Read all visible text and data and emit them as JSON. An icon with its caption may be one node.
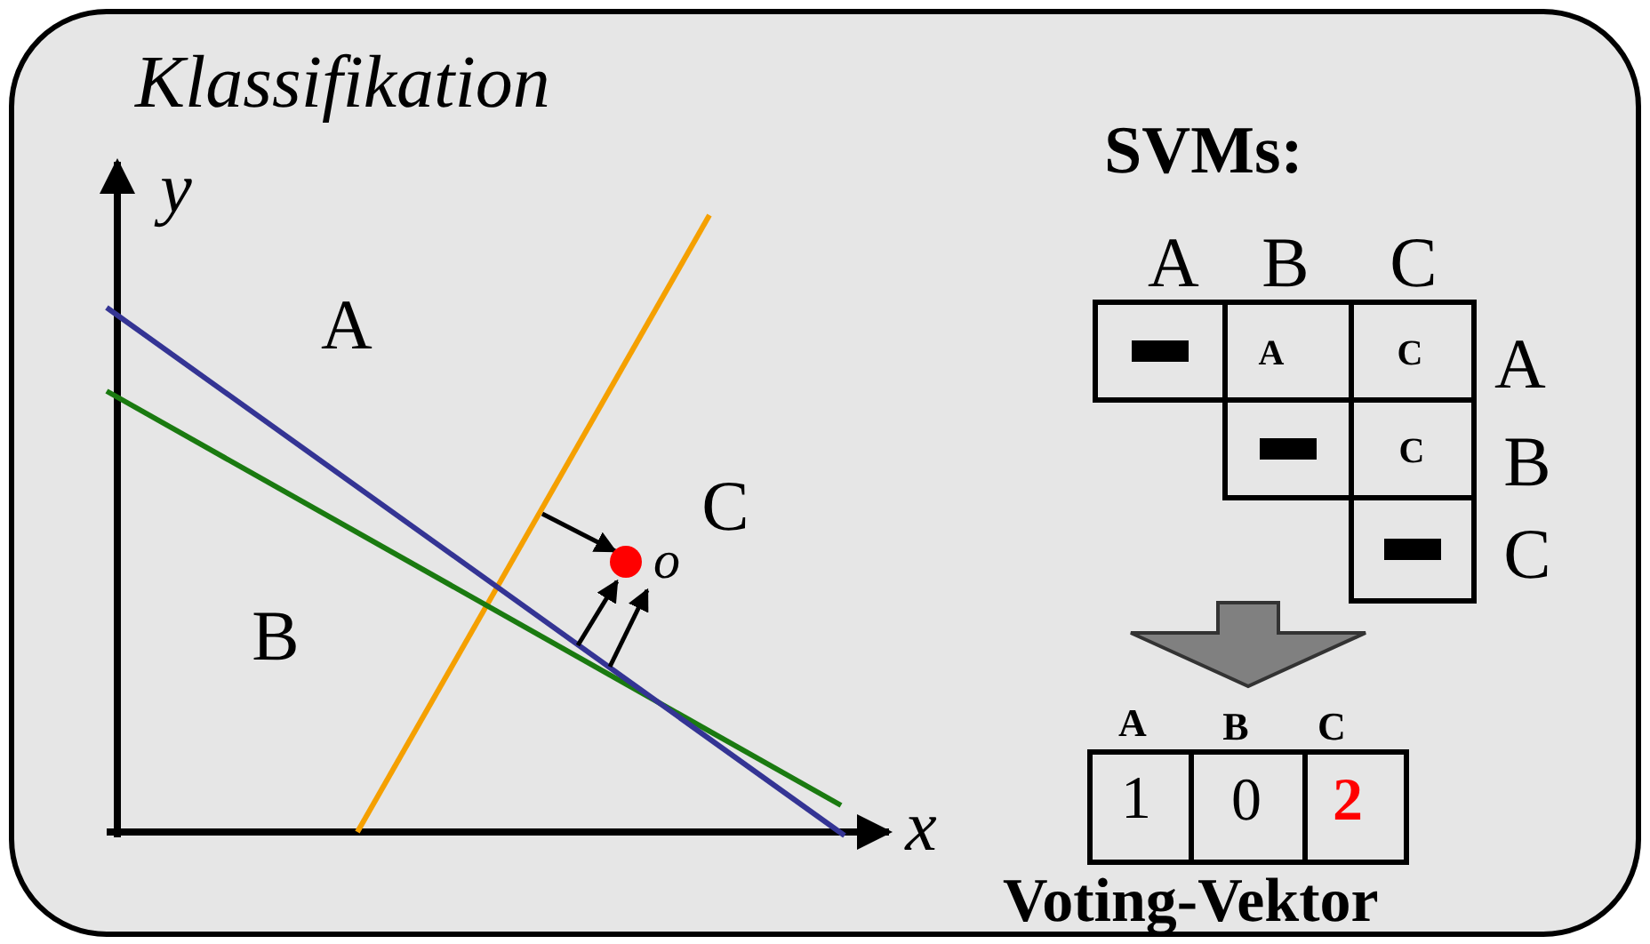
{
  "diagram": {
    "nodes": [
      {
        "text": [
          "Klassifikation"
        ]
      },
      {
        "text": [
          "SVMs:"
        ],
        "in": 0
      },
      {
        "text": [
          "Voting-Vektor"
        ],
        "in": 0
      }
    ],
    "edges": [
      {
        "from": 1,
        "to": 2,
        "arrow": "to",
        "style": "thick",
        "color": "#808080"
      }
    ],
    "labels": [
      "y",
      "A",
      "C",
      "o",
      "B",
      "x",
      "A",
      "B",
      "C",
      "A",
      "C",
      "A",
      "C",
      "B",
      "C",
      "A",
      "B",
      "C",
      "1",
      "0",
      "2"
    ]
  }
}
